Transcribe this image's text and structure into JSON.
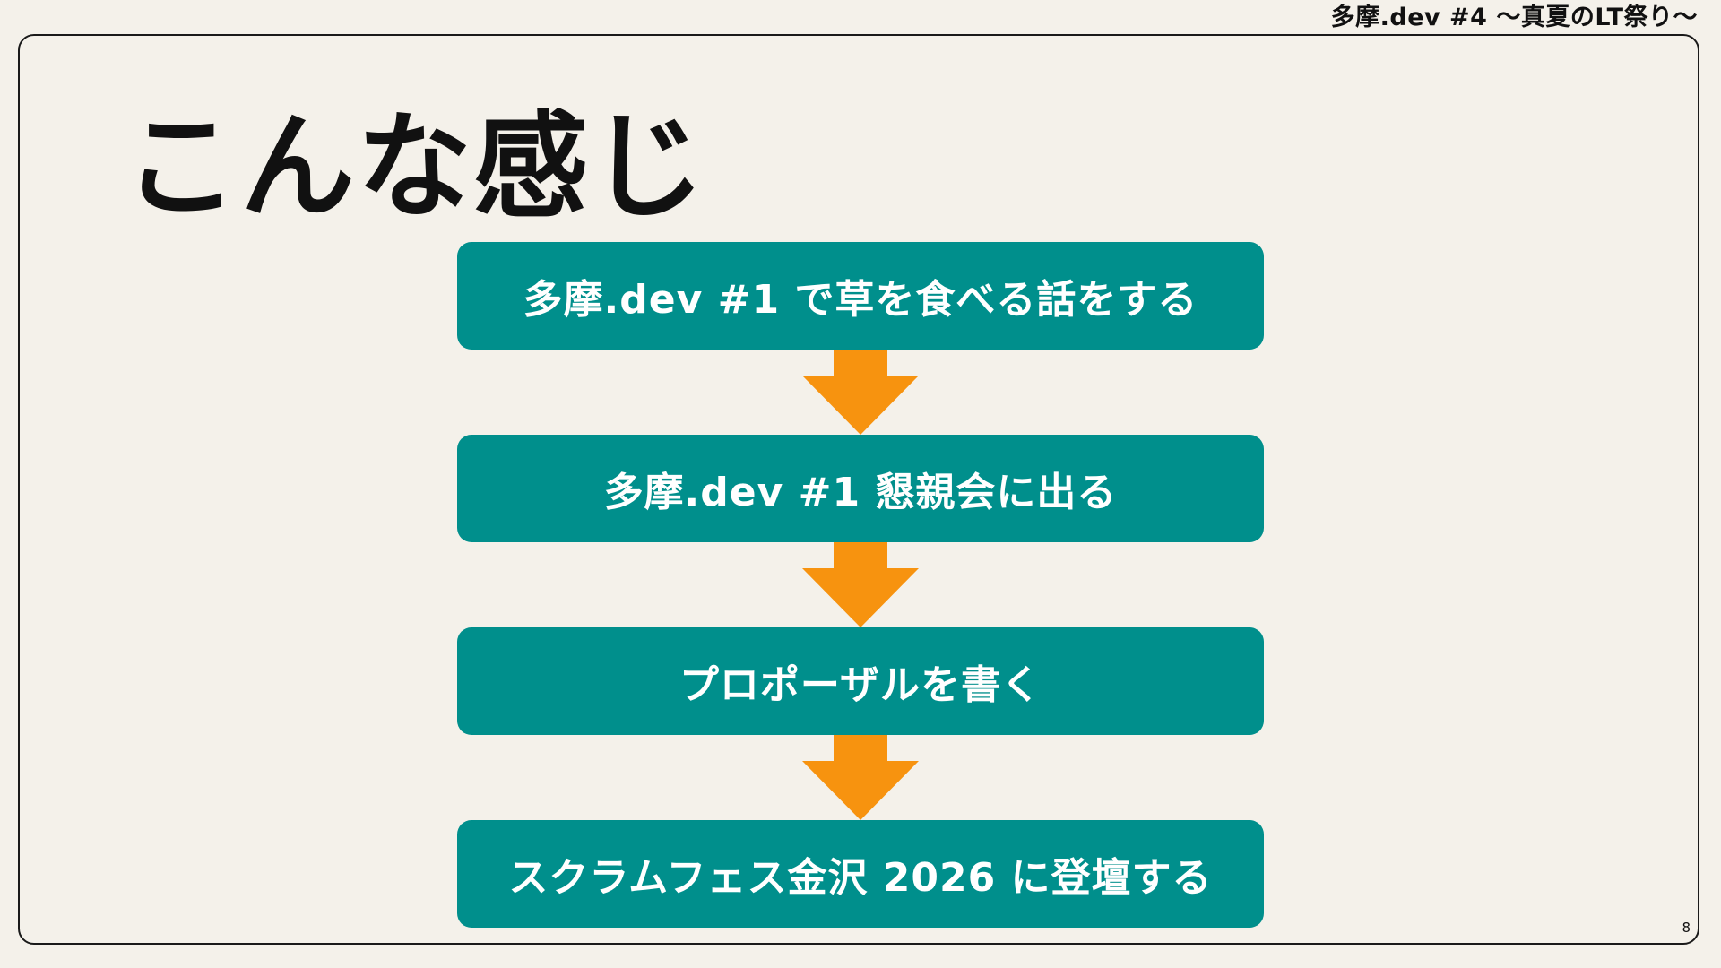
{
  "header": {
    "event_title": "多摩.dev #4 〜真夏のLT祭り〜"
  },
  "slide": {
    "title": "こんな感じ",
    "page_number": "8"
  },
  "flow": {
    "steps": [
      "多摩.dev #1 で草を食べる話をする",
      "多摩.dev #1 懇親会に出る",
      "プロポーザルを書く",
      "スクラムフェス金沢 2026 に登壇する"
    ]
  },
  "colors": {
    "background": "#f4f1ea",
    "step_box": "#008f8c",
    "arrow": "#f7930f",
    "text": "#111111"
  },
  "icons": {
    "connector": "down-arrow-icon"
  }
}
